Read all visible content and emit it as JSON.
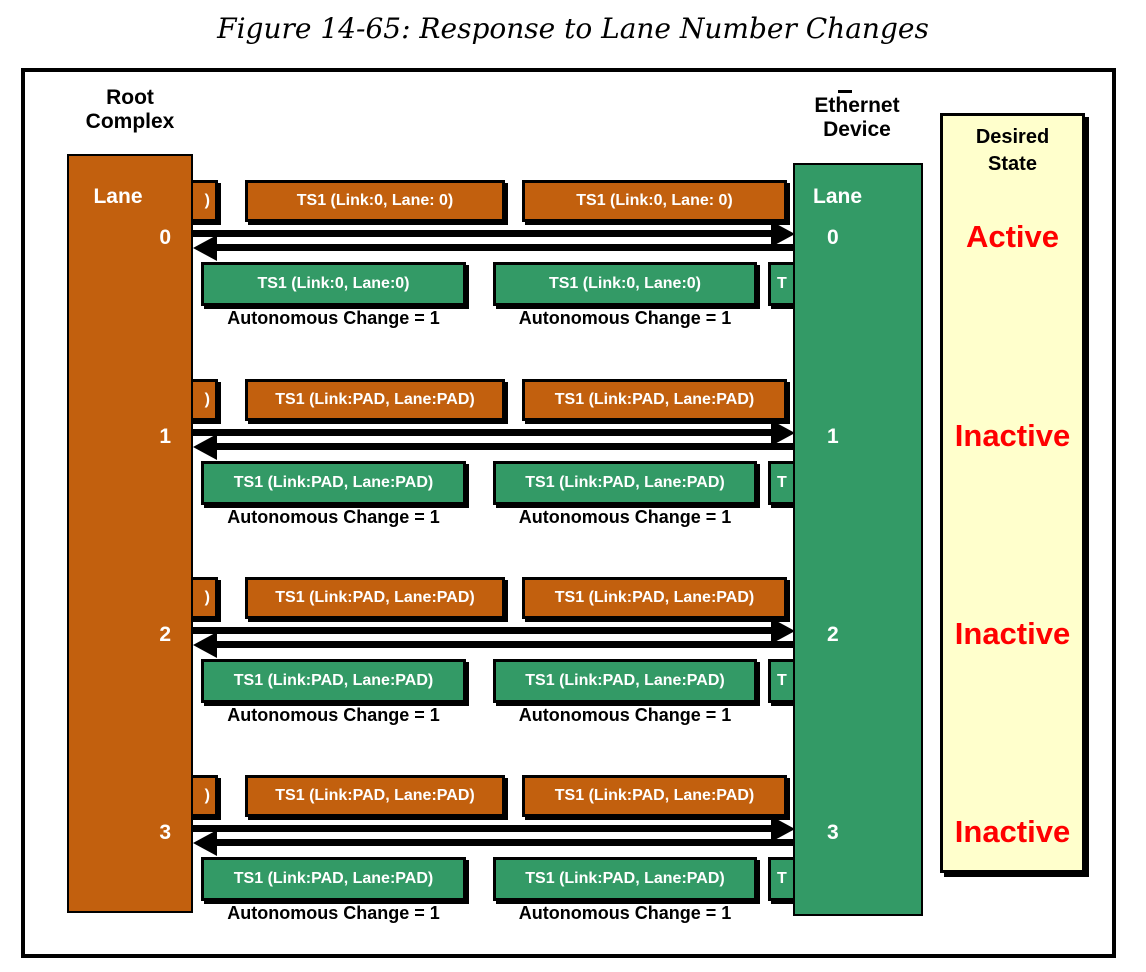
{
  "figure_title": "Figure 14-65: Response to Lane Number Changes",
  "colors": {
    "rc_orange": "#C2600E",
    "device_green": "#339A66",
    "desired_yellow": "#FFFFCC",
    "state_red": "#FF0000"
  },
  "root_complex": {
    "name_lines": [
      "Root",
      "Complex"
    ],
    "lane_header": "Lane"
  },
  "ethernet_device": {
    "name_lines": [
      "Ethernet",
      "Device"
    ],
    "lane_header": "Lane"
  },
  "desired_state": {
    "header_lines": [
      "Desired",
      "State"
    ],
    "values": [
      "Active",
      "Inactive",
      "Inactive",
      "Inactive"
    ]
  },
  "lanes": [
    {
      "lane": "0",
      "rc_ts1": "TS1 (Link:0, Lane: 0)",
      "rc_ts1_clipped": ")",
      "device_ts1": "TS1 (Link:0, Lane:0)",
      "device_ts1_clipped": "T",
      "annotation": "Autonomous Change = 1",
      "desired": "Active"
    },
    {
      "lane": "1",
      "rc_ts1": "TS1 (Link:PAD, Lane:PAD)",
      "rc_ts1_clipped": ")",
      "device_ts1": "TS1 (Link:PAD, Lane:PAD)",
      "device_ts1_clipped": "T",
      "annotation": "Autonomous Change = 1",
      "desired": "Inactive"
    },
    {
      "lane": "2",
      "rc_ts1": "TS1 (Link:PAD, Lane:PAD)",
      "rc_ts1_clipped": ")",
      "device_ts1": "TS1 (Link:PAD, Lane:PAD)",
      "device_ts1_clipped": "T",
      "annotation": "Autonomous Change = 1",
      "desired": "Inactive"
    },
    {
      "lane": "3",
      "rc_ts1": "TS1 (Link:PAD, Lane:PAD)",
      "rc_ts1_clipped": ")",
      "device_ts1": "TS1 (Link:PAD, Lane:PAD)",
      "device_ts1_clipped": "T",
      "annotation": "Autonomous Change = 1",
      "desired": "Inactive"
    }
  ]
}
